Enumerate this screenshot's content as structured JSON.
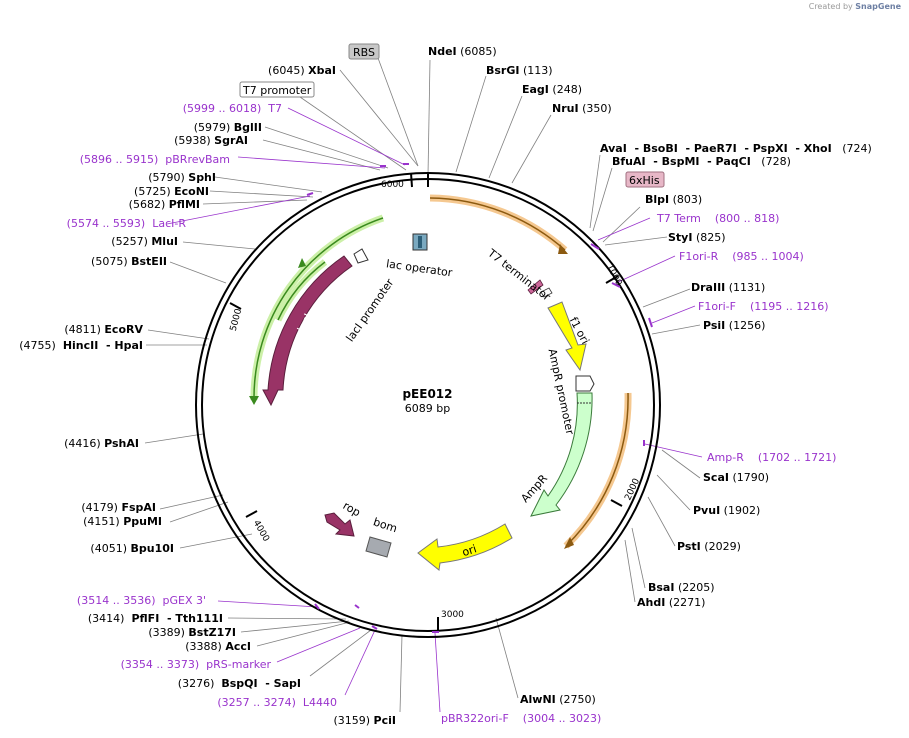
{
  "credit": {
    "created_by": "Created by",
    "brand": "SnapGene"
  },
  "plasmid": {
    "name": "pEE012",
    "size": "6089 bp",
    "length": 6089
  },
  "ticks": [
    "1000",
    "2000",
    "3000",
    "4000",
    "5000",
    "6000"
  ],
  "sites": [
    {
      "name": "NdeI",
      "pos": "(6085)",
      "side": "R"
    },
    {
      "name": "BsrGI",
      "pos": "(113)",
      "side": "R"
    },
    {
      "name": "EagI",
      "pos": "(248)",
      "side": "R"
    },
    {
      "name": "NruI",
      "pos": "(350)",
      "side": "R"
    },
    {
      "name": "AvaI  - BsoBI  - PaeR7I  - PspXI  - XhoI",
      "pos": "(724)",
      "side": "R"
    },
    {
      "name": "BfuAI  - BspMI  - PaqCI",
      "pos": "(728)",
      "side": "R"
    },
    {
      "name": "BlpI",
      "pos": "(803)",
      "side": "R"
    },
    {
      "name": "StyI",
      "pos": "(825)",
      "side": "R"
    },
    {
      "name": "DraIII",
      "pos": "(1131)",
      "side": "R"
    },
    {
      "name": "PsiI",
      "pos": "(1256)",
      "side": "R"
    },
    {
      "name": "ScaI",
      "pos": "(1790)",
      "side": "R"
    },
    {
      "name": "PvuI",
      "pos": "(1902)",
      "side": "R"
    },
    {
      "name": "PstI",
      "pos": "(2029)",
      "side": "R"
    },
    {
      "name": "BsaI",
      "pos": "(2205)",
      "side": "R"
    },
    {
      "name": "AhdI",
      "pos": "(2271)",
      "side": "R"
    },
    {
      "name": "AlwNI",
      "pos": "(2750)",
      "side": "R"
    },
    {
      "name": "PciI",
      "pos": "(3159)",
      "side": "L"
    },
    {
      "name": "BspQI  - SapI",
      "pos": "(3276)",
      "side": "L"
    },
    {
      "name": "AccI",
      "pos": "(3388)",
      "side": "L"
    },
    {
      "name": "BstZ17I",
      "pos": "(3389)",
      "side": "L"
    },
    {
      "name": "PflFI  - Tth111I",
      "pos": "(3414)",
      "side": "L"
    },
    {
      "name": "Bpu10I",
      "pos": "(4051)",
      "side": "L"
    },
    {
      "name": "PpuMI",
      "pos": "(4151)",
      "side": "L"
    },
    {
      "name": "FspAI",
      "pos": "(4179)",
      "side": "L"
    },
    {
      "name": "PshAI",
      "pos": "(4416)",
      "side": "L"
    },
    {
      "name": "HincII  - HpaI",
      "pos": "(4755)",
      "side": "L"
    },
    {
      "name": "EcoRV",
      "pos": "(4811)",
      "side": "L"
    },
    {
      "name": "BstEII",
      "pos": "(5075)",
      "side": "L"
    },
    {
      "name": "MluI",
      "pos": "(5257)",
      "side": "L"
    },
    {
      "name": "PflMI",
      "pos": "(5682)",
      "side": "L"
    },
    {
      "name": "EcoNI",
      "pos": "(5725)",
      "side": "L"
    },
    {
      "name": "SphI",
      "pos": "(5790)",
      "side": "L"
    },
    {
      "name": "SgrAI",
      "pos": "(5938)",
      "side": "L"
    },
    {
      "name": "BglII",
      "pos": "(5979)",
      "side": "L"
    },
    {
      "name": "XbaI",
      "pos": "(6045)",
      "side": "L"
    }
  ],
  "primers": [
    {
      "name": "T7 Term",
      "range": "(800 .. 818)",
      "side": "R"
    },
    {
      "name": "F1ori-R",
      "range": "(985 .. 1004)",
      "side": "R"
    },
    {
      "name": "F1ori-F",
      "range": "(1195 .. 1216)",
      "side": "R"
    },
    {
      "name": "Amp-R",
      "range": "(1702 .. 1721)",
      "side": "R"
    },
    {
      "name": "pBR322ori-F",
      "range": "(3004 .. 3023)",
      "side": "R"
    },
    {
      "name": "L4440",
      "range": "(3257 .. 3274)",
      "side": "L"
    },
    {
      "name": "pRS-marker",
      "range": "(3354 .. 3373)",
      "side": "L"
    },
    {
      "name": "pGEX 3'",
      "range": "(3514 .. 3536)",
      "side": "L"
    },
    {
      "name": "LacI-R",
      "range": "(5574 .. 5593)",
      "side": "L"
    },
    {
      "name": "pBRrevBam",
      "range": "(5896 .. 5915)",
      "side": "L"
    },
    {
      "name": "T7",
      "range": "(5999 .. 6018)",
      "side": "L"
    }
  ],
  "boxed": [
    {
      "name": "RBS",
      "style": "gray"
    },
    {
      "name": "T7 promoter",
      "style": "white"
    },
    {
      "name": "6xHis",
      "style": "pink"
    }
  ],
  "features": [
    {
      "name": "lacI",
      "color": "#993366"
    },
    {
      "name": "lacI promoter",
      "color": "#ffffff"
    },
    {
      "name": "lac operator",
      "color": "#4d8ca6"
    },
    {
      "name": "T7 terminator",
      "color": "#993366"
    },
    {
      "name": "f1 ori",
      "color": "#ffff00"
    },
    {
      "name": "AmpR promoter",
      "color": "#ffffff"
    },
    {
      "name": "AmpR",
      "color": "#ccffcc"
    },
    {
      "name": "ori",
      "color": "#ffff00"
    },
    {
      "name": "rop",
      "color": "#993366"
    },
    {
      "name": "bom",
      "color": "#a6aab0"
    }
  ],
  "colors": {
    "primer": "#9933cc",
    "orf": "#e8a020",
    "lacI_orf": "#66cc33",
    "backbone": "#000000"
  }
}
